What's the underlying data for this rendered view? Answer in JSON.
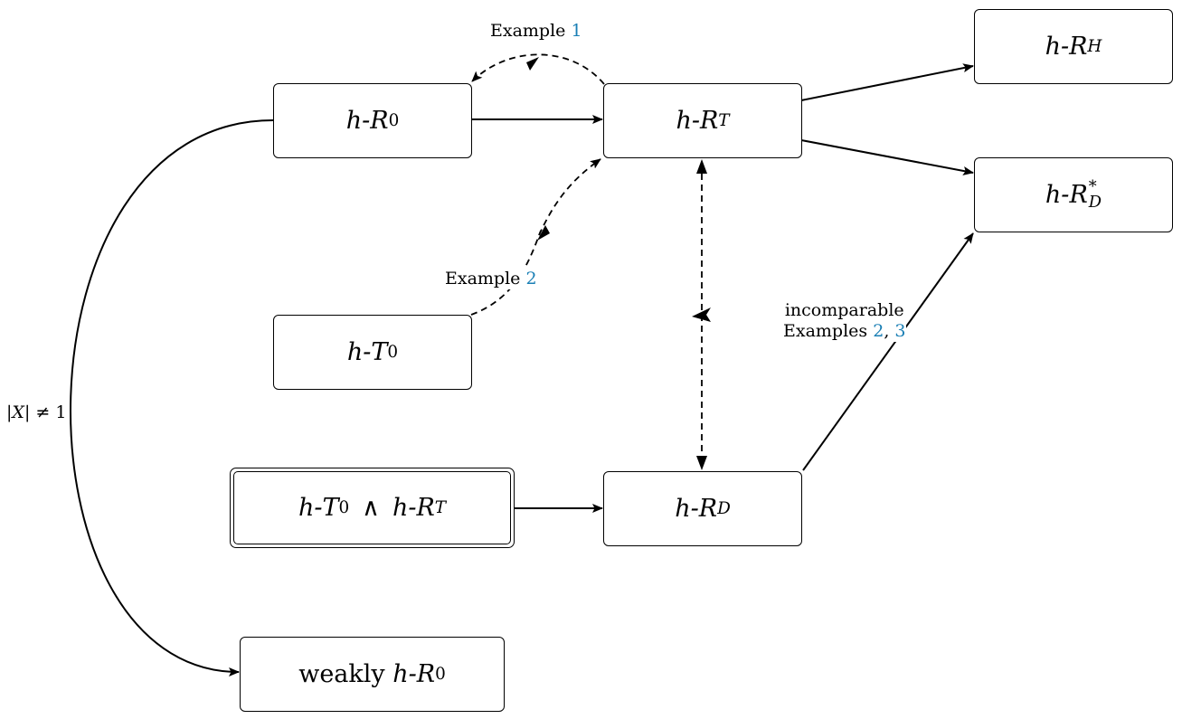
{
  "nodes": {
    "h_r0": {
      "prefix": "h-",
      "main": "R",
      "sub": "0"
    },
    "h_rt": {
      "prefix": "h-",
      "main": "R",
      "sub": "T"
    },
    "h_rh": {
      "prefix": "h-",
      "main": "R",
      "sub": "H"
    },
    "h_rd_star": {
      "prefix": "h-",
      "main": "R",
      "sub": "D",
      "sup": "*"
    },
    "h_t0": {
      "prefix": "h-",
      "main": "T",
      "sub": "0"
    },
    "h_t0_and_h_rt": {
      "left_prefix": "h-",
      "left_main": "T",
      "left_sub": "0",
      "op": "∧",
      "right_prefix": "h-",
      "right_main": "R",
      "right_sub": "T"
    },
    "h_rd": {
      "prefix": "h-",
      "main": "R",
      "sub": "D"
    },
    "weakly_h_r0": {
      "word": "weakly",
      "prefix": "h-",
      "main": "R",
      "sub": "0"
    }
  },
  "labels": {
    "example1": {
      "text": "Example",
      "ref": "1"
    },
    "example2": {
      "text": "Example",
      "ref": "2"
    },
    "incomparable": {
      "line1": "incomparable",
      "line2_text": "Examples",
      "ref_a": "2",
      "sep": ",",
      "ref_b": "3"
    },
    "cardinality": {
      "bar_open": "|",
      "var": "X",
      "bar_close": "|",
      "rel": "≠",
      "value": "1"
    }
  },
  "colors": {
    "line": "#000000",
    "link": "#1a7fb5"
  }
}
